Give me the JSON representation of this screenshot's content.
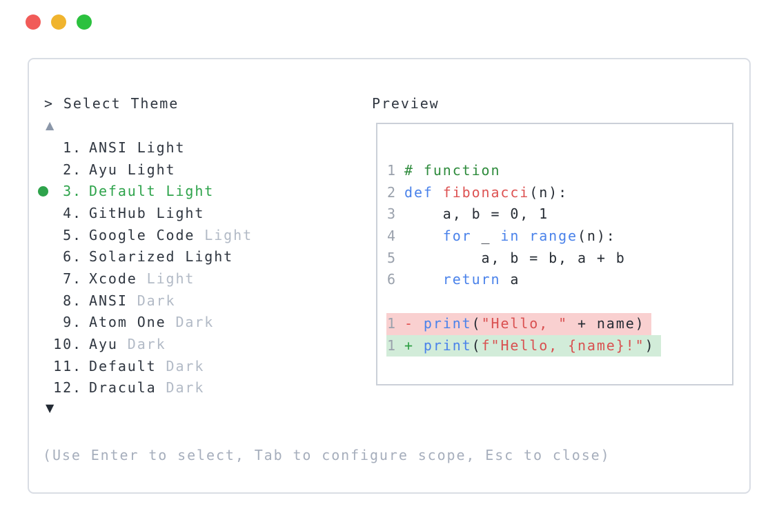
{
  "window": {
    "traffic_lights": [
      {
        "name": "close",
        "color": "#f15b58"
      },
      {
        "name": "minimize",
        "color": "#f0b42e"
      },
      {
        "name": "zoom",
        "color": "#2bc13e"
      }
    ]
  },
  "picker": {
    "prompt": "> Select Theme",
    "scroll_up": "▲",
    "scroll_down": "▼",
    "selected_index": 2,
    "items": [
      {
        "number": "1.",
        "name": "ANSI Light",
        "muted": ""
      },
      {
        "number": "2.",
        "name": "Ayu Light",
        "muted": ""
      },
      {
        "number": "3.",
        "name": "Default Light",
        "muted": ""
      },
      {
        "number": "4.",
        "name": "GitHub Light",
        "muted": ""
      },
      {
        "number": "5.",
        "name": "Google Code",
        "muted": "Light"
      },
      {
        "number": "6.",
        "name": "Solarized Light",
        "muted": ""
      },
      {
        "number": "7.",
        "name": "Xcode",
        "muted": "Light"
      },
      {
        "number": "8.",
        "name": "ANSI",
        "muted": "Dark"
      },
      {
        "number": "9.",
        "name": "Atom One",
        "muted": "Dark"
      },
      {
        "number": "10.",
        "name": "Ayu",
        "muted": "Dark"
      },
      {
        "number": "11.",
        "name": "Default",
        "muted": "Dark"
      },
      {
        "number": "12.",
        "name": "Dracula",
        "muted": "Dark"
      }
    ],
    "footer": "(Use Enter to select, Tab to configure scope, Esc to close)"
  },
  "preview": {
    "label": "Preview",
    "code": [
      {
        "ln": "1",
        "tokens": [
          {
            "t": "# function",
            "c": "comment"
          }
        ]
      },
      {
        "ln": "2",
        "tokens": [
          {
            "t": "def ",
            "c": "kw"
          },
          {
            "t": "fibonacci",
            "c": "fn"
          },
          {
            "t": "(n):",
            "c": "pl"
          }
        ]
      },
      {
        "ln": "3",
        "tokens": [
          {
            "t": "    a, b = 0, 1",
            "c": "pl"
          }
        ]
      },
      {
        "ln": "4",
        "tokens": [
          {
            "t": "    ",
            "c": "pl"
          },
          {
            "t": "for",
            "c": "kw"
          },
          {
            "t": " _ ",
            "c": "pl"
          },
          {
            "t": "in",
            "c": "kw"
          },
          {
            "t": " ",
            "c": "pl"
          },
          {
            "t": "range",
            "c": "kw"
          },
          {
            "t": "(n):",
            "c": "pl"
          }
        ]
      },
      {
        "ln": "5",
        "tokens": [
          {
            "t": "        a, b = b, a + b",
            "c": "pl"
          }
        ]
      },
      {
        "ln": "6",
        "tokens": [
          {
            "t": "    ",
            "c": "pl"
          },
          {
            "t": "return",
            "c": "kw"
          },
          {
            "t": " a",
            "c": "pl"
          }
        ]
      }
    ],
    "diff": [
      {
        "ln": "1",
        "kind": "del",
        "tokens": [
          {
            "t": "- ",
            "c": "minus"
          },
          {
            "t": "print",
            "c": "kw"
          },
          {
            "t": "(",
            "c": "pl"
          },
          {
            "t": "\"Hello, \"",
            "c": "str"
          },
          {
            "t": " + name)",
            "c": "pl"
          }
        ]
      },
      {
        "ln": "1",
        "kind": "add",
        "tokens": [
          {
            "t": "+ ",
            "c": "plus"
          },
          {
            "t": "print",
            "c": "kw"
          },
          {
            "t": "(",
            "c": "pl"
          },
          {
            "t": "f\"Hello, {name}!\"",
            "c": "str"
          },
          {
            "t": ")",
            "c": "pl"
          }
        ]
      }
    ]
  },
  "colors": {
    "text": "#2f3640",
    "muted": "#b2bac6",
    "footer": "#a6aebc",
    "selected_green": "#2ea34b",
    "arrow_up": "#8b97a9",
    "arrow_down": "#232a33",
    "line_number": "#9aa1ac",
    "comment": "#2e8b3c",
    "keyword": "#4a82ea",
    "function_name": "#dd5353",
    "string": "#d95050",
    "plain": "#262c34",
    "diff_minus": "#e04f4f",
    "diff_plus": "#2d9e44",
    "del_bg": "#f9d0d0",
    "add_bg": "#d2ecd9",
    "panel_border": "#d9dde4",
    "box_border": "#cbd0d8",
    "light_red": "#f15b58",
    "light_yellow": "#f0b42e",
    "light_green": "#2bc13e"
  }
}
